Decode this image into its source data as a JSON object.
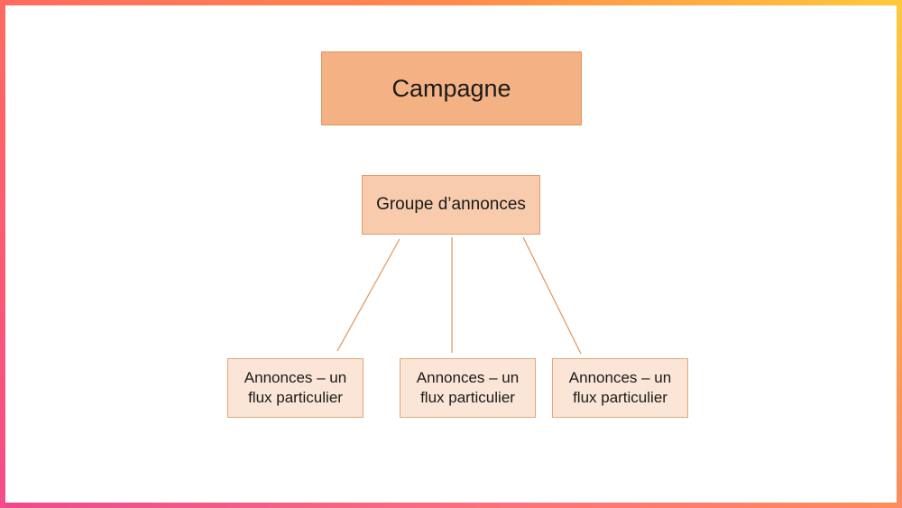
{
  "diagram": {
    "root": {
      "label": "Campagne"
    },
    "group": {
      "label": "Groupe d’annonces"
    },
    "ads": [
      {
        "label": "Annonces – un flux particulier"
      },
      {
        "label": "Annonces – un flux particulier"
      },
      {
        "label": "Annonces – un flux particulier"
      }
    ],
    "colors": {
      "campaign_fill": "#f4b183",
      "group_fill": "#f8cbad",
      "ad_fill": "#fbe5d6",
      "connector": "#e0955c"
    }
  }
}
